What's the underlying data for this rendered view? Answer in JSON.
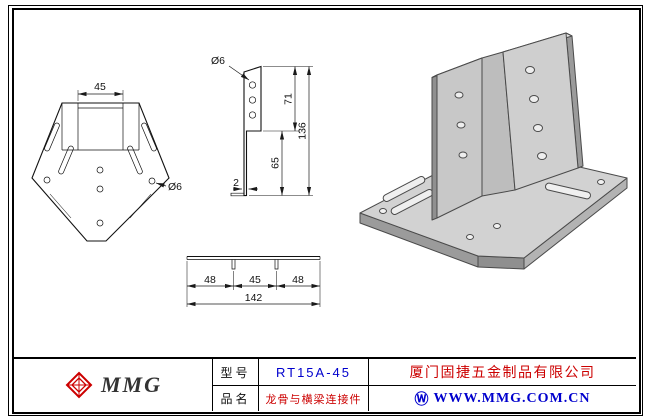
{
  "drawing": {
    "plan_view": {
      "dim_width": "45",
      "hole_label": "Ø6"
    },
    "side_view": {
      "hole_label": "Ø6",
      "dim_upper": "71",
      "dim_total": "136",
      "dim_lower": "65",
      "dim_thickness": "2"
    },
    "bottom_view": {
      "dim_left": "48",
      "dim_center": "45",
      "dim_right": "48",
      "dim_overall": "142"
    }
  },
  "title_block": {
    "logo_text": "MMG",
    "model_label": "型号",
    "model_value": "RT15A-45",
    "product_label": "品名",
    "product_value": "龙骨与横梁连接件",
    "company_name": "厦门固捷五金制品有限公司",
    "website_icon": "Ⓦ",
    "website": "WWW.MMG.COM.CN"
  },
  "colors": {
    "line": "#1a1a1a",
    "accent_blue": "#0000cd",
    "accent_red": "#cc0000",
    "model_3d_fill": "#cfcfcf"
  }
}
